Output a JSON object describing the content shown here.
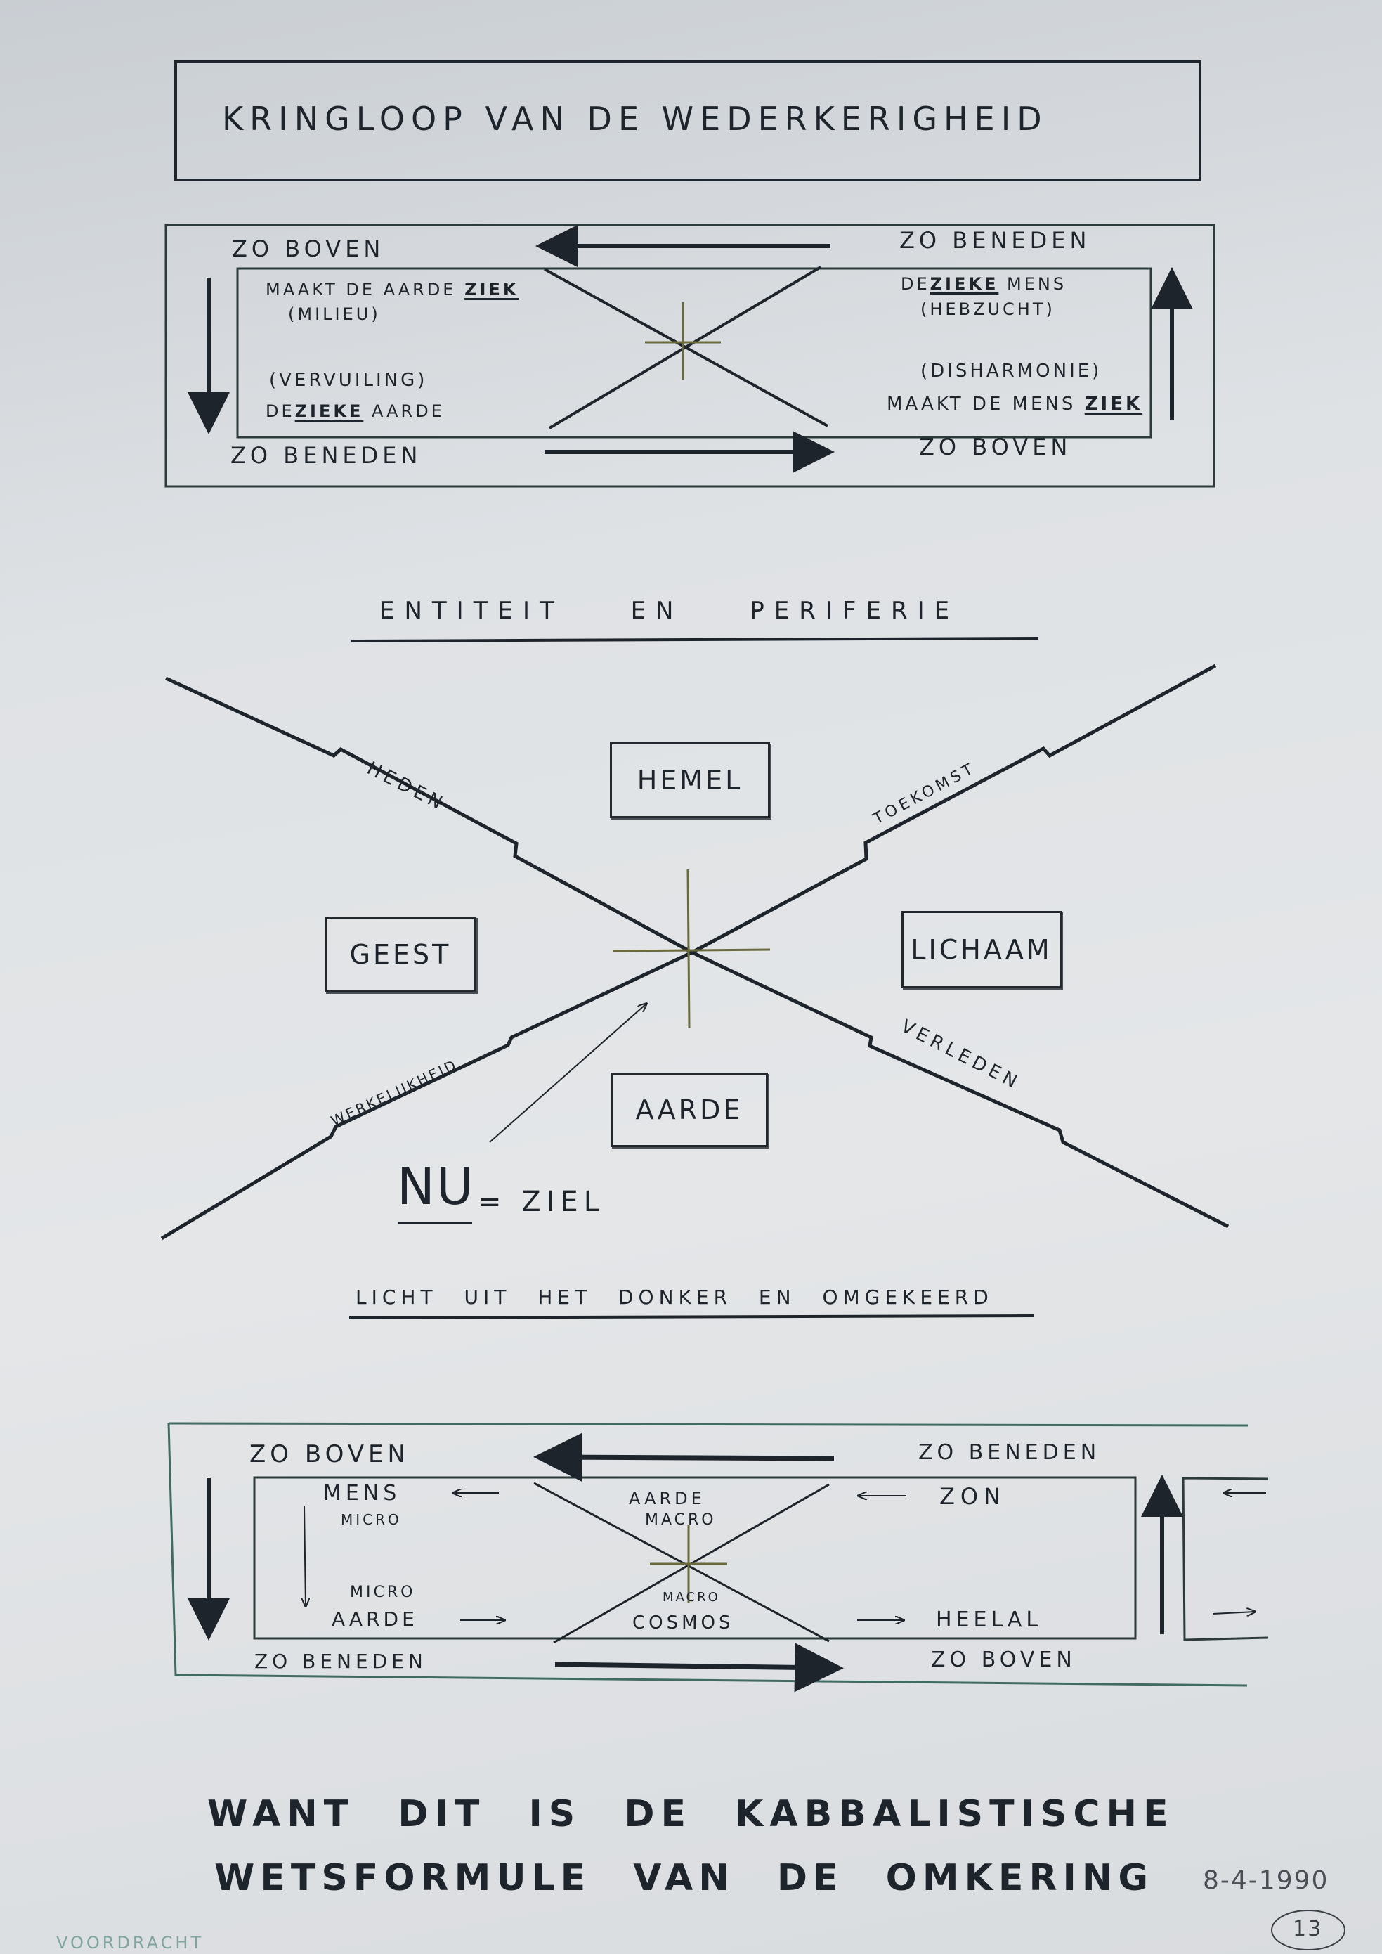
{
  "title": "KRINGLOOP VAN DE WEDERKERIGHEID",
  "top_diagram": {
    "top_left": "ZO BOVEN",
    "top_right": "ZO BENEDEN",
    "bottom_left": "ZO BENEDEN",
    "bottom_right": "ZO BOVEN",
    "inner_tl_line1_pre": "MAAKT DE AARDE",
    "inner_tl_line1_em": "ZIEK",
    "inner_tl_line2": "(MILIEU)",
    "inner_bl_line1": "(VERVUILING)",
    "inner_bl_line2_pre": "DE",
    "inner_bl_line2_em": "ZIEKE",
    "inner_bl_line2_post": "AARDE",
    "inner_tr_line1_pre": "DE",
    "inner_tr_line1_em": "ZIEKE",
    "inner_tr_line1_post": "MENS",
    "inner_tr_line2": "(HEBZUCHT)",
    "inner_br_line1": "(DISHARMONIE)",
    "inner_br_line2_pre": "MAAKT DE MENS",
    "inner_br_line2_em": "ZIEK"
  },
  "middle_diagram": {
    "heading": "ENTITEIT EN PERIFERIE",
    "boxes": {
      "top": "HEMEL",
      "left": "GEEST",
      "right": "LICHAAM",
      "bottom": "AARDE"
    },
    "arm_labels": {
      "upper_left": "HEDEN",
      "upper_right": "TOEKOMST",
      "lower_left": "WERKELIJKHEID",
      "lower_right": "VERLEDEN"
    },
    "center_note_em": "NU",
    "center_note_post": "= ZIEL",
    "footer_heading": "LICHT UIT HET DONKER EN OMGEKEERD"
  },
  "bottom_diagram": {
    "top_left": "ZO BOVEN",
    "top_right": "ZO BENEDEN",
    "bottom_left": "ZO BENEDEN",
    "bottom_right": "ZO BOVEN",
    "mens": "MENS",
    "micro_top": "MICRO",
    "micro_bottom": "MICRO",
    "aarde_left": "AARDE",
    "aarde_center": "AARDE",
    "macro_top": "MACRO",
    "macro_bottom": "MACRO",
    "cosmos": "COSMOS",
    "zon": "ZON",
    "heelal": "HEELAL"
  },
  "footer": {
    "line1": "WANT DIT IS DE KABBALISTISCHE",
    "line2": "WETSFORMULE VAN DE OMKERING",
    "date": "8-4-1990",
    "page_number": "13",
    "corner_faint": "VOORDRACHT"
  },
  "colors": {
    "ink": "#1e242b",
    "olive": "#6b6a3c",
    "teal": "#3f6b62",
    "paper": "#e2e4e6"
  }
}
